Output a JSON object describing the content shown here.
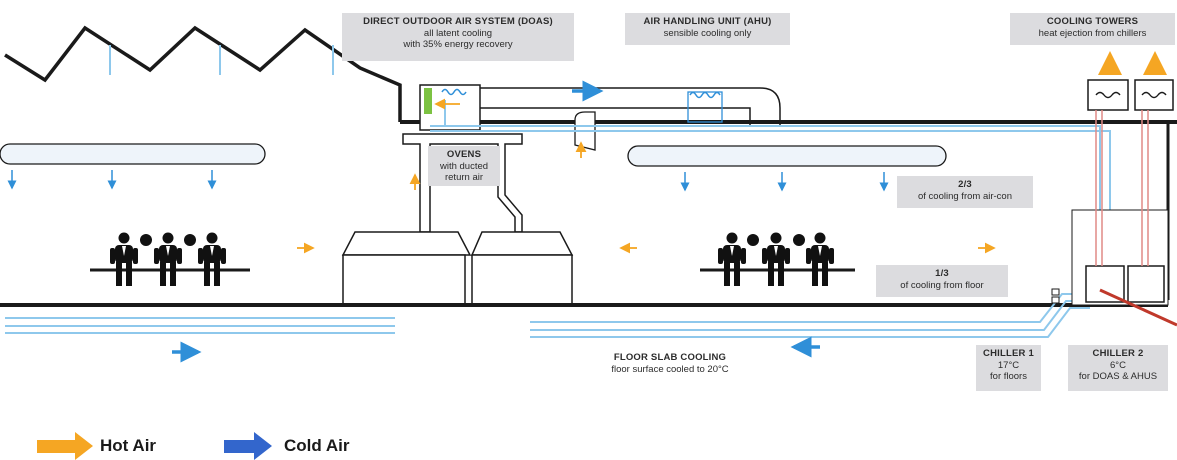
{
  "labels": {
    "doas": {
      "title": "DIRECT OUTDOOR AIR SYSTEM (DOAS)",
      "line1": "all latent cooling",
      "line2": "with 35% energy recovery"
    },
    "ahu": {
      "title": "AIR HANDLING UNIT (AHU)",
      "line1": "sensible cooling only"
    },
    "towers": {
      "title": "COOLING TOWERS",
      "line1": "heat ejection from chillers"
    },
    "ovens": {
      "title": "OVENS",
      "line1": "with ducted",
      "line2": "return air"
    },
    "aircon": {
      "title": "2/3",
      "line1": "of cooling from air-con"
    },
    "floor_share": {
      "title": "1/3",
      "line1": "of cooling from floor"
    },
    "slab": {
      "title": "FLOOR SLAB COOLING",
      "line1": "floor surface cooled to 20°C"
    },
    "chiller1": {
      "title": "CHILLER 1",
      "line1": "17°C",
      "line2": "for floors"
    },
    "chiller2": {
      "title": "CHILLER 2",
      "line1": "6°C",
      "line2": "for DOAS & AHUS"
    }
  },
  "legend": {
    "hot": {
      "label": "Hot Air",
      "color": "#f5a623"
    },
    "cold": {
      "label": "Cold Air",
      "color": "#3366cc"
    }
  },
  "colors": {
    "hot_air": "#f5a623",
    "cold_air": "#2f8fd8",
    "chilled_pipe": "#8ec8ec",
    "condenser_pipe": "#d9534f",
    "duct": "#dbe6f0",
    "structure": "#1a1a1a"
  }
}
